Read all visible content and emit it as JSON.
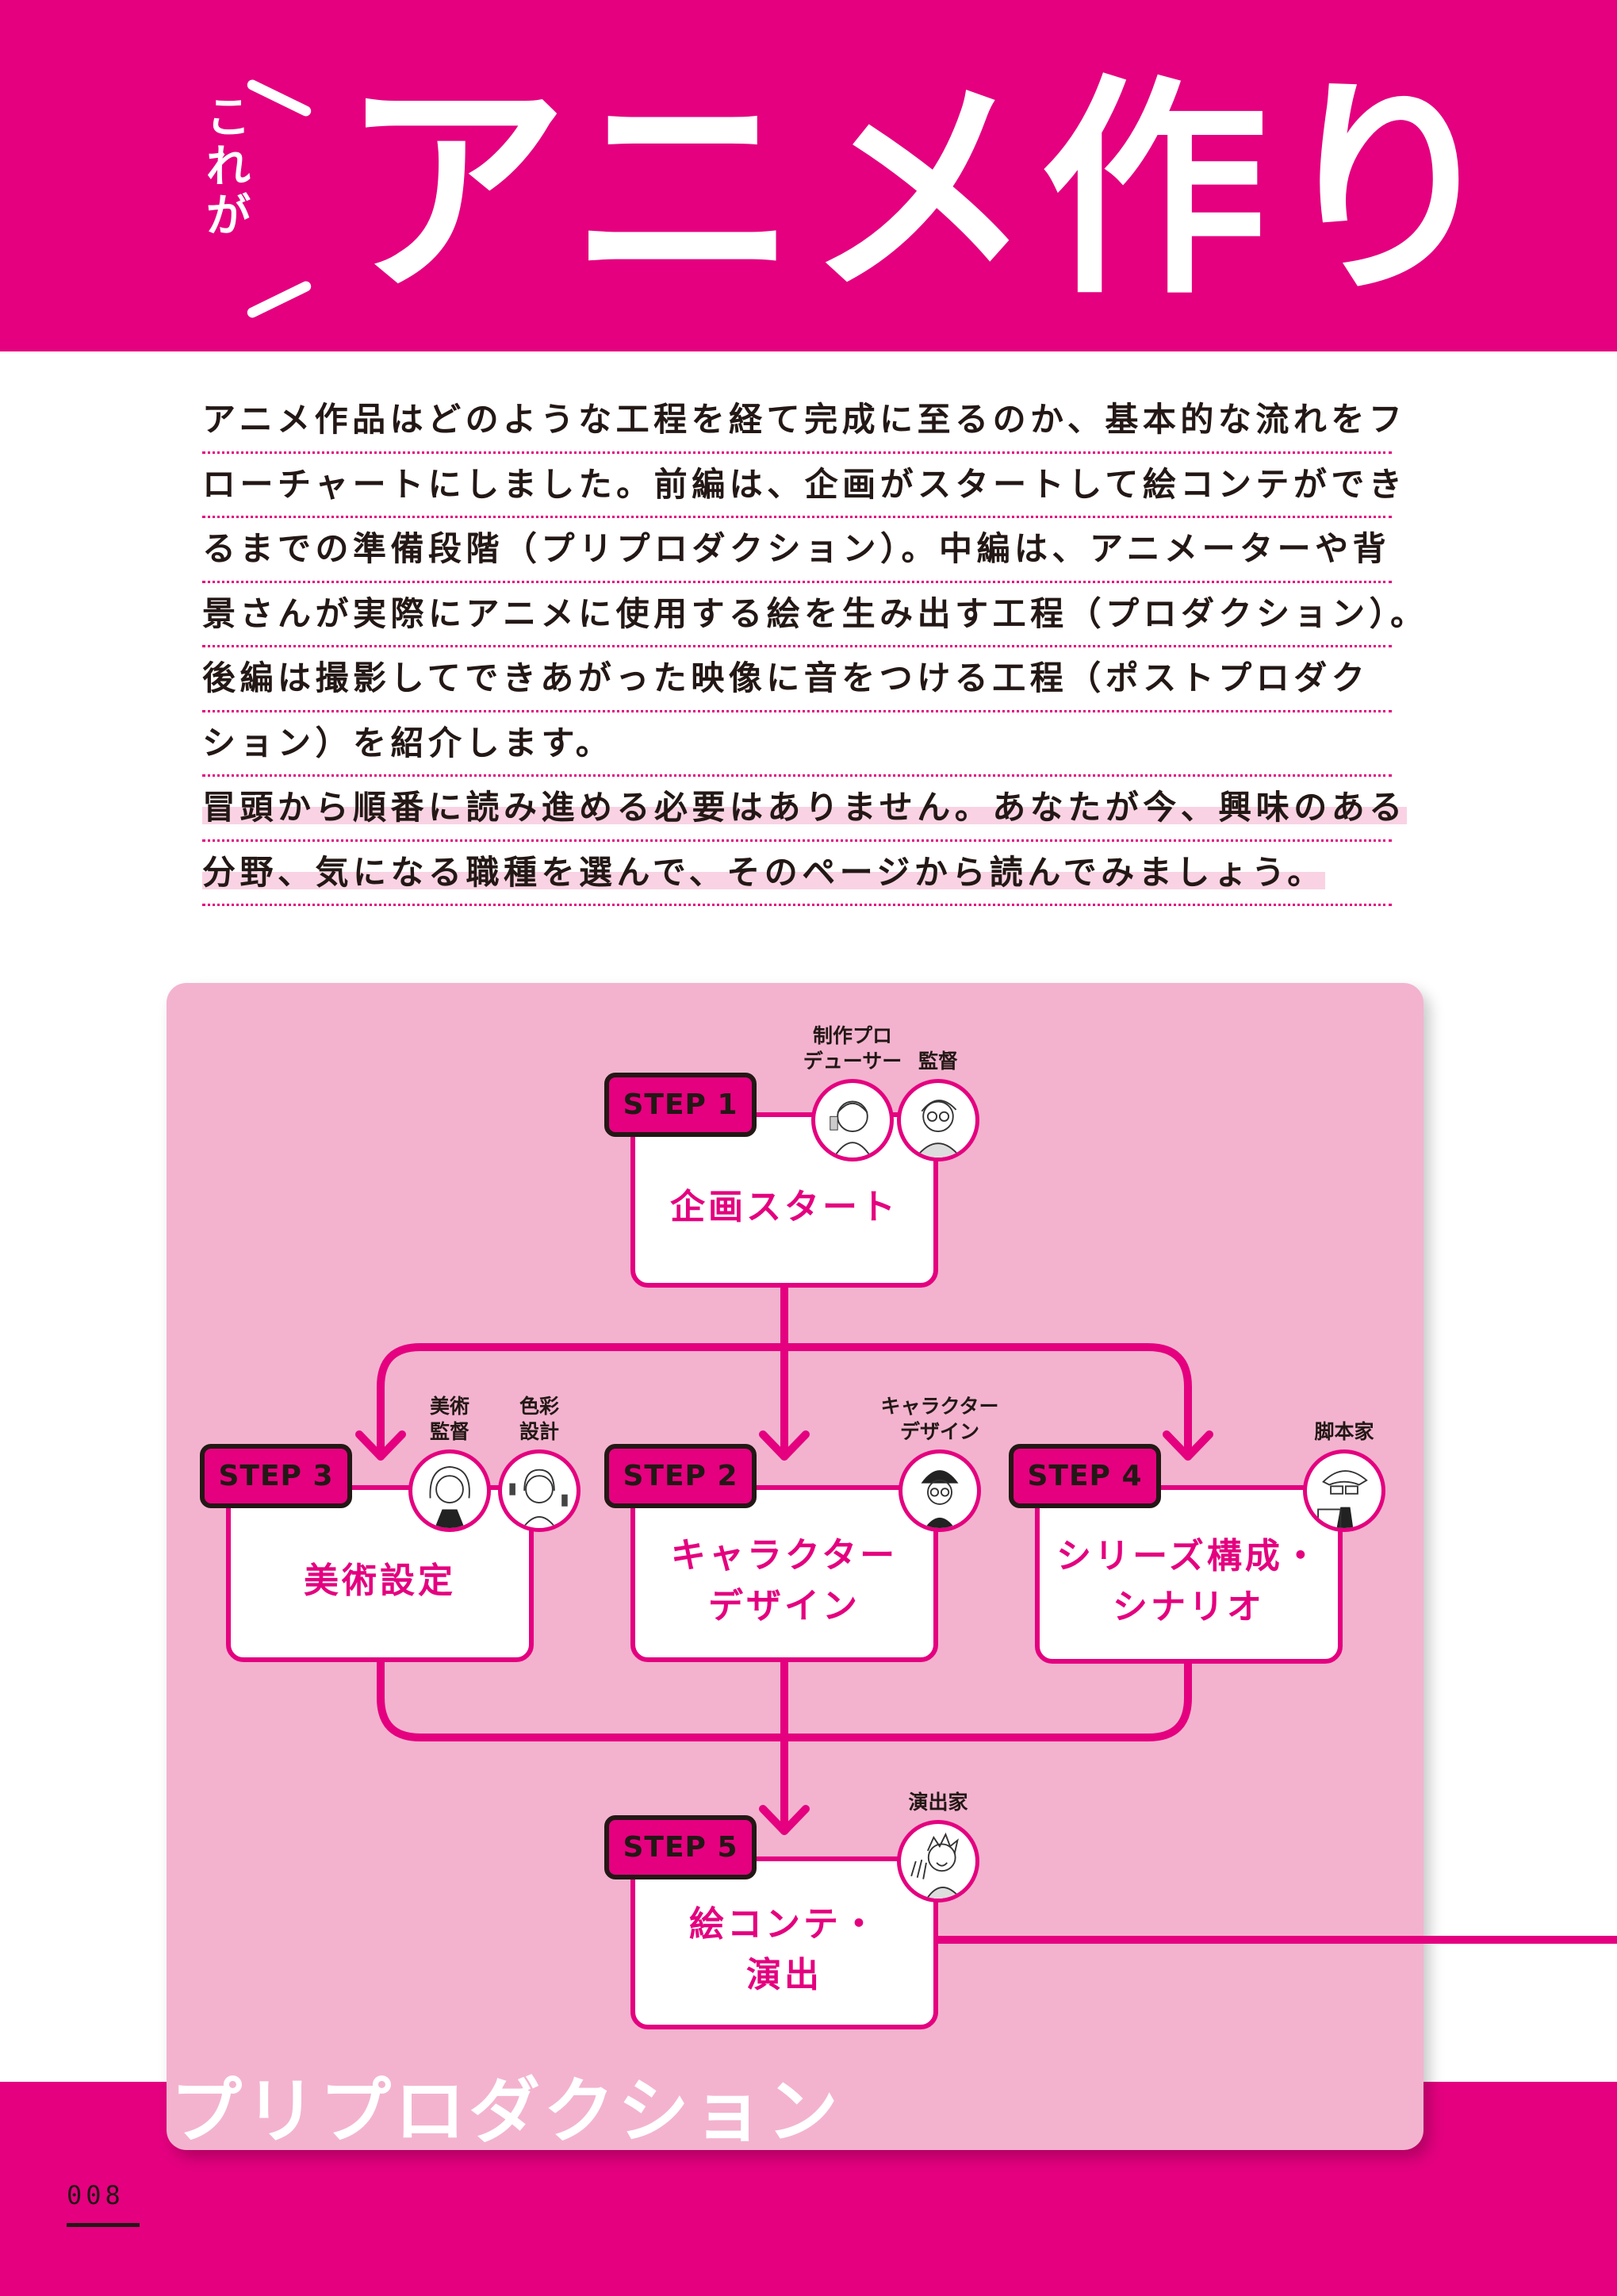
{
  "header": {
    "kicker": "これが",
    "title": "アニメ作り",
    "colors": {
      "accent": "#E4007F",
      "panel": "#F3B3CF",
      "text": "#231815",
      "highlight": "#F9D3E3"
    }
  },
  "intro": {
    "lines": [
      {
        "text": "アニメ作品はどのような工程を経て完成に至るのか、基本的な流れをフ",
        "highlight": false
      },
      {
        "text": "ローチャートにしました。前編は、企画がスタートして絵コンテができ",
        "highlight": false
      },
      {
        "text": "るまでの準備段階（プリプロダクション）。中編は、アニメーターや背",
        "highlight": false
      },
      {
        "text": "景さんが実際にアニメに使用する絵を生み出す工程（プロダクション）。",
        "highlight": false
      },
      {
        "text": "後編は撮影してできあがった映像に音をつける工程（ポストプロダク",
        "highlight": false
      },
      {
        "text": "ション）を紹介します。",
        "highlight": false
      },
      {
        "text": "冒頭から順番に読み進める必要はありません。あなたが今、興味のある",
        "highlight": true
      },
      {
        "text": "分野、気になる職種を選んで、そのページから読んでみましょう。",
        "highlight": true
      }
    ]
  },
  "flowchart": {
    "phase_label": "プリプロダクション",
    "steps": [
      {
        "id": "step1",
        "badge": "STEP 1",
        "title": "企画スタート",
        "roles": [
          {
            "label": "制作プロ\nデューサー",
            "icon": "producer-portrait-icon"
          },
          {
            "label": "監督",
            "icon": "director-portrait-icon"
          }
        ]
      },
      {
        "id": "step2",
        "badge": "STEP 2",
        "title": "キャラクター\nデザイン",
        "roles": [
          {
            "label": "キャラクター\nデザイン",
            "icon": "character-designer-portrait-icon"
          }
        ]
      },
      {
        "id": "step3",
        "badge": "STEP 3",
        "title": "美術設定",
        "roles": [
          {
            "label": "美術\n監督",
            "icon": "art-director-portrait-icon"
          },
          {
            "label": "色彩\n設計",
            "icon": "color-designer-portrait-icon"
          }
        ]
      },
      {
        "id": "step4",
        "badge": "STEP 4",
        "title": "シリーズ構成・\nシナリオ",
        "roles": [
          {
            "label": "脚本家",
            "icon": "scriptwriter-portrait-icon"
          }
        ]
      },
      {
        "id": "step5",
        "badge": "STEP 5",
        "title": "絵コンテ・\n演出",
        "roles": [
          {
            "label": "演出家",
            "icon": "episode-director-portrait-icon"
          }
        ]
      }
    ],
    "edges": [
      {
        "from": "step1",
        "to": "step3"
      },
      {
        "from": "step1",
        "to": "step2"
      },
      {
        "from": "step1",
        "to": "step4"
      },
      {
        "from": "step3",
        "to": "step5"
      },
      {
        "from": "step2",
        "to": "step5"
      },
      {
        "from": "step4",
        "to": "step5"
      },
      {
        "from": "step5",
        "to": "next-page"
      }
    ]
  },
  "footer": {
    "page_number": "008"
  }
}
